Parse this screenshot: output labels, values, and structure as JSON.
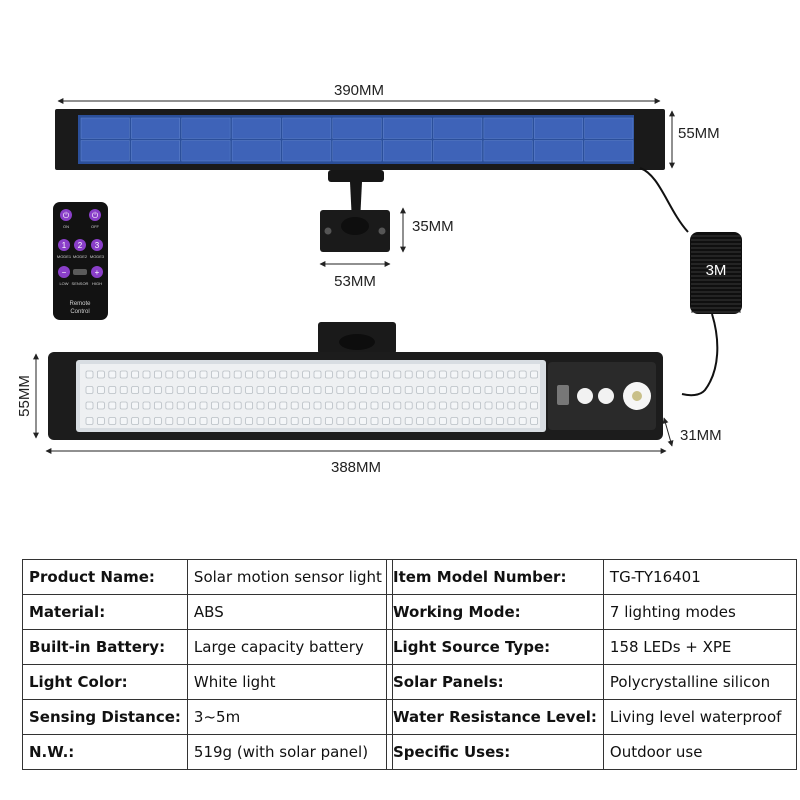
{
  "dimensions": {
    "panel_width": "390MM",
    "panel_height": "55MM",
    "bracket_height": "35MM",
    "bracket_width": "53MM",
    "cable_length": "3M",
    "lamp_height": "55MM",
    "lamp_width": "388MM",
    "lamp_depth": "31MM"
  },
  "remote": {
    "label_line1": "Remote",
    "label_line2": "Control",
    "buttons": [
      {
        "glyph": "⏻",
        "caption": "ON"
      },
      {
        "glyph": "⏻",
        "caption": "OFF"
      },
      {
        "glyph": "1",
        "caption": "MODE1"
      },
      {
        "glyph": "2",
        "caption": "MODE2"
      },
      {
        "glyph": "3",
        "caption": "MODE3"
      },
      {
        "glyph": "−",
        "caption": "LOW"
      },
      {
        "glyph": "",
        "caption": "SENSOR"
      },
      {
        "glyph": "+",
        "caption": "HIGH"
      }
    ],
    "accent_color": "#8a3fc9"
  },
  "colors": {
    "panel_cell": "#3e63b8",
    "lamp_body": "#1c1c1c",
    "led": "#f4f6f8"
  },
  "specs_left": [
    {
      "key": "Product Name:",
      "value": "Solar motion sensor light"
    },
    {
      "key": "Material:",
      "value": "ABS"
    },
    {
      "key": "Built-in Battery:",
      "value": "Large capacity battery"
    },
    {
      "key": "Light Color:",
      "value": "White light"
    },
    {
      "key": "Sensing Distance:",
      "value": "3~5m"
    },
    {
      "key": "N.W.:",
      "value": "519g (with solar panel)"
    }
  ],
  "specs_right": [
    {
      "key": "Item Model Number:",
      "value": "TG-TY16401"
    },
    {
      "key": "Working Mode:",
      "value": "7 lighting modes"
    },
    {
      "key": "Light Source Type:",
      "value": "158 LEDs + XPE"
    },
    {
      "key": "Solar Panels:",
      "value": "Polycrystalline silicon"
    },
    {
      "key": "Water Resistance Level:",
      "value": "Living level waterproof"
    },
    {
      "key": "Specific Uses:",
      "value": "Outdoor use"
    }
  ]
}
